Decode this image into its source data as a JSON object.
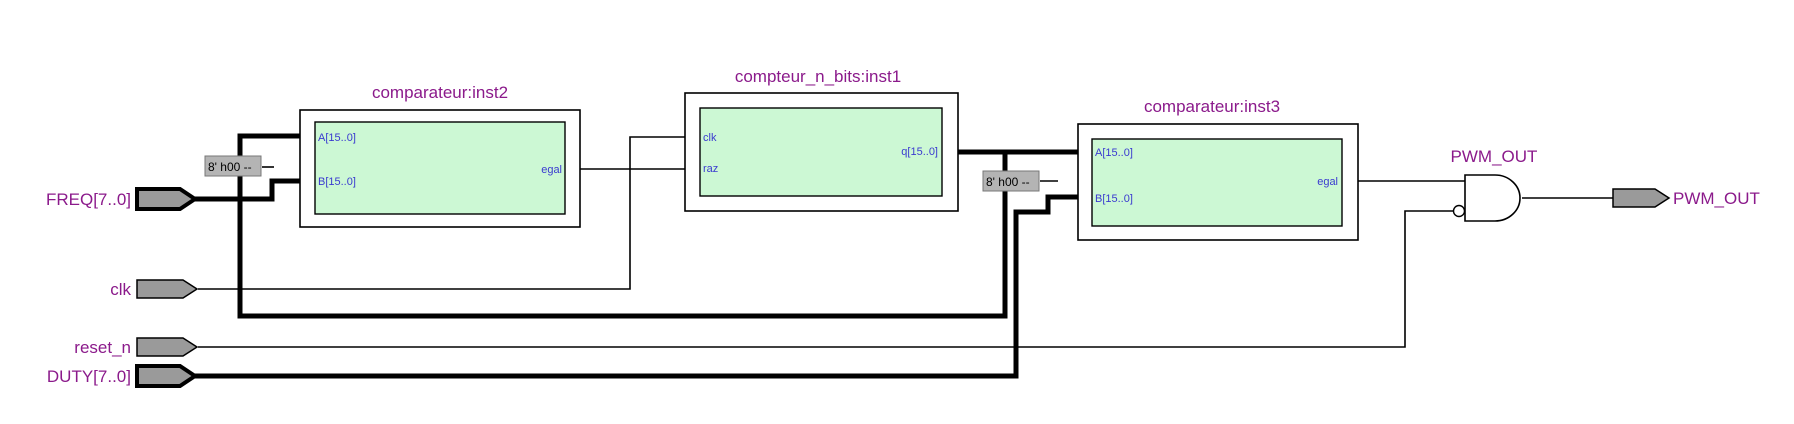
{
  "inputs": {
    "freq": "FREQ[7..0]",
    "clk": "clk",
    "reset": "reset_n",
    "duty": "DUTY[7..0]"
  },
  "outputs": {
    "pwm": "PWM_OUT"
  },
  "gate": {
    "label": "PWM_OUT"
  },
  "constants": {
    "c1": "8' h00 --",
    "c2": "8' h00 --"
  },
  "blocks": {
    "inst2": {
      "title": "comparateur:inst2",
      "port_a": "A[15..0]",
      "port_b": "B[15..0]",
      "port_out": "egal"
    },
    "inst1": {
      "title": "compteur_n_bits:inst1",
      "port_clk": "clk",
      "port_raz": "raz",
      "port_q": "q[15..0]"
    },
    "inst3": {
      "title": "comparateur:inst3",
      "port_a": "A[15..0]",
      "port_b": "B[15..0]",
      "port_out": "egal"
    }
  },
  "colors": {
    "block_fill": "#ccf8d4",
    "pin_fill": "#9a9a9a",
    "label_purple": "#8b1a8b",
    "port_blue": "#3a3ad0",
    "wire": "#000000"
  }
}
